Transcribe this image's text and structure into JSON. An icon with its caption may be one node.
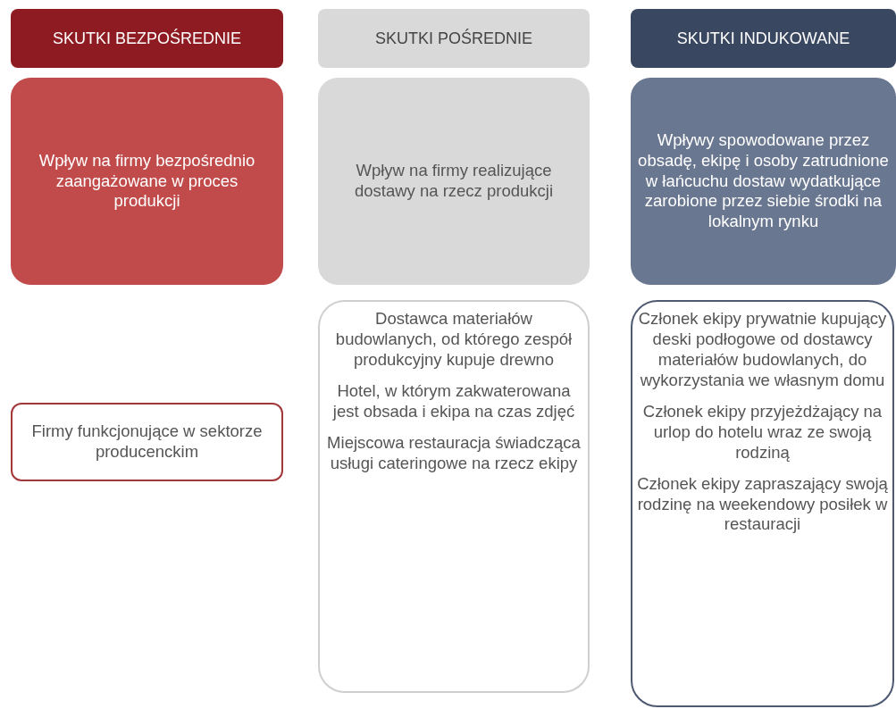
{
  "diagram": {
    "nodes": [
      {
        "text": [
          "SKUTKI BEZPOŚREDNIE"
        ]
      },
      {
        "text": [
          "SKUTKI POŚREDNIE"
        ]
      },
      {
        "text": [
          "SKUTKI INDUKOWANE"
        ]
      },
      {
        "text": [
          "Wpływ na firmy bezpośrednio zaangażowane w proces produkcji"
        ]
      },
      {
        "text": [
          "Wpływ na firmy realizujące dostawy na rzecz produkcji"
        ]
      },
      {
        "text": [
          "Wpływy spowodowane przez obsadę, ekipę i osoby zatrudnione w łańcuchu dostaw wydatkujące zarobione przez siebie środki na lokalnym rynku"
        ]
      },
      {
        "text": [
          "Firmy funkcjonujące w sektorze producenckim"
        ]
      },
      {
        "text": [
          "Dostawca materiałów budowlanych, od którego zespół produkcyjny kupuje drewno",
          "Hotel, w którym zakwaterowana jest obsada i ekipa na czas zdjęć",
          "Miejscowa restauracja świadcząca usługi cateringowe na rzecz ekipy"
        ]
      },
      {
        "text": [
          "Członek ekipy prywatnie kupujący deski podłogowe od dostawcy materiałów budowlanych, do wykorzystania we własnym domu",
          "Członek ekipy przyjeżdżający na urlop do hotelu wraz ze swoją rodziną",
          "Członek ekipy zapraszający swoją rodzinę na weekendowy posiłek w restauracji"
        ]
      }
    ]
  }
}
